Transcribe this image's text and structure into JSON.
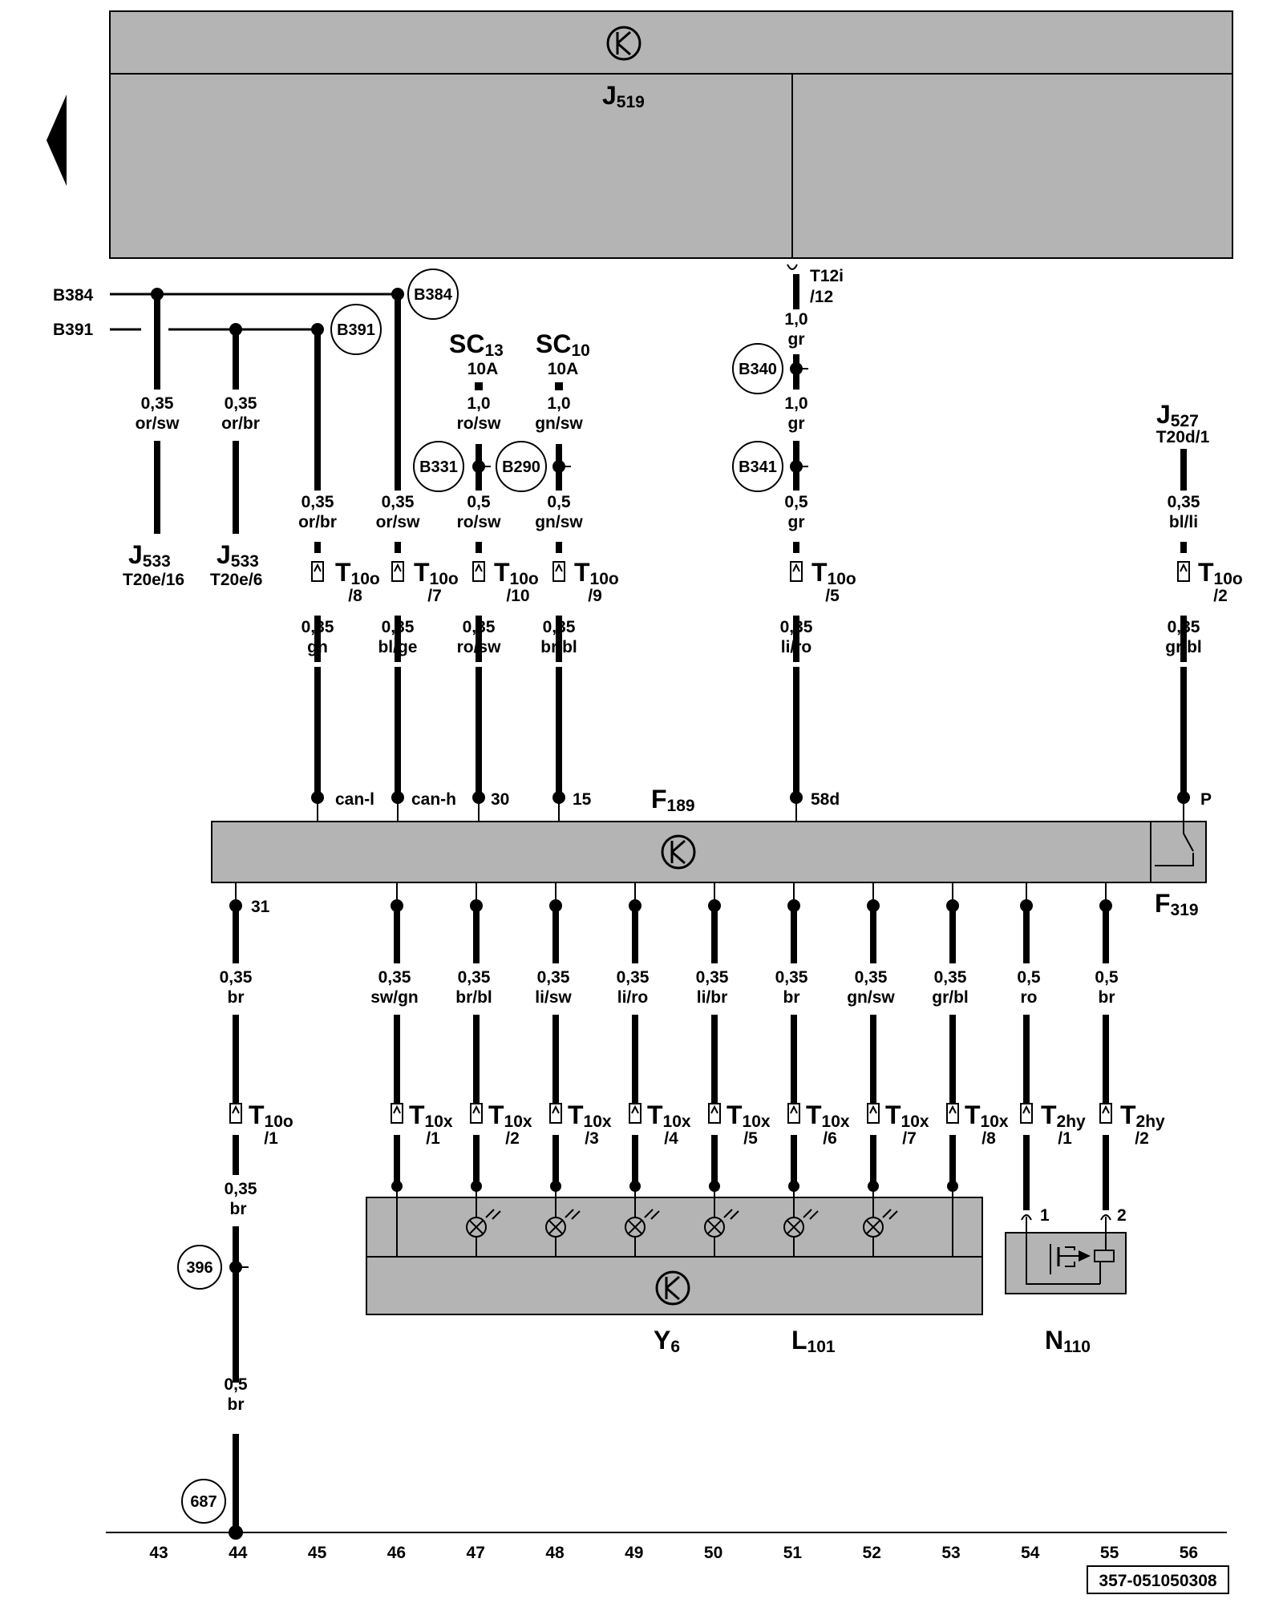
{
  "components": {
    "J519": {
      "name": "J",
      "sub": "519"
    },
    "F189": {
      "name": "F",
      "sub": "189"
    },
    "F319": {
      "name": "F",
      "sub": "319"
    },
    "Y6": {
      "name": "Y",
      "sub": "6"
    },
    "L101": {
      "name": "L",
      "sub": "101"
    },
    "N110": {
      "name": "N",
      "sub": "110"
    },
    "J527": {
      "name": "J",
      "sub": "527",
      "pin": "T20d/1"
    },
    "J533a": {
      "name": "J",
      "sub": "533",
      "pin": "T20e/16"
    },
    "J533b": {
      "name": "J",
      "sub": "533",
      "pin": "T20e/6"
    },
    "SC13": {
      "name": "SC",
      "sub": "13",
      "rating": "10A"
    },
    "SC10": {
      "name": "SC",
      "sub": "10",
      "rating": "10A"
    }
  },
  "buses": {
    "b384": "B384",
    "b391": "B391"
  },
  "nodes": {
    "b384": "B384",
    "b391": "B391",
    "b331": "B331",
    "b290": "B290",
    "b340": "B340",
    "b341": "B341",
    "g396": "396",
    "g687": "687"
  },
  "t12i": {
    "name": "T12i",
    "pin": "/12"
  },
  "wires": {
    "c44_top": {
      "size": "0,35",
      "color": "or/sw"
    },
    "c45_top": {
      "size": "0,35",
      "color": "or/br"
    },
    "c46_a": {
      "size": "0,35",
      "color": "or/br"
    },
    "c47_a": {
      "size": "0,35",
      "color": "or/sw"
    },
    "c48_a": {
      "size": "1,0",
      "color": "ro/sw"
    },
    "c48_b": {
      "size": "0,5",
      "color": "ro/sw"
    },
    "c49_a": {
      "size": "1,0",
      "color": "gn/sw"
    },
    "c49_b": {
      "size": "0,5",
      "color": "gn/sw"
    },
    "c51_a": {
      "size": "1,0",
      "color": "gr"
    },
    "c51_b": {
      "size": "1,0",
      "color": "gr"
    },
    "c51_c": {
      "size": "0,5",
      "color": "gr"
    },
    "c56_a": {
      "size": "0,35",
      "color": "bl/li"
    },
    "c46_b": {
      "size": "0,35",
      "color": "gn"
    },
    "c47_b": {
      "size": "0,35",
      "color": "bl/ge"
    },
    "c48_c": {
      "size": "0,35",
      "color": "ro/sw"
    },
    "c49_c": {
      "size": "0,35",
      "color": "br/bl"
    },
    "c51_d": {
      "size": "0,35",
      "color": "li/ro"
    },
    "c56_b": {
      "size": "0,35",
      "color": "gr/bl"
    },
    "l44_a": {
      "size": "0,35",
      "color": "br"
    },
    "l44_b": {
      "size": "0,35",
      "color": "br"
    },
    "l44_c": {
      "size": "0,5",
      "color": "br"
    },
    "l46": {
      "size": "0,35",
      "color": "sw/gn"
    },
    "l47": {
      "size": "0,35",
      "color": "br/bl"
    },
    "l48": {
      "size": "0,35",
      "color": "li/sw"
    },
    "l49": {
      "size": "0,35",
      "color": "li/ro"
    },
    "l50": {
      "size": "0,35",
      "color": "li/br"
    },
    "l51": {
      "size": "0,35",
      "color": "br"
    },
    "l52": {
      "size": "0,35",
      "color": "gn/sw"
    },
    "l53": {
      "size": "0,35",
      "color": "gr/bl"
    },
    "l54": {
      "size": "0,5",
      "color": "ro"
    },
    "l55": {
      "size": "0,5",
      "color": "br"
    }
  },
  "connectors": {
    "u46": {
      "name": "T",
      "sub": "10o",
      "pin": "/8"
    },
    "u47": {
      "name": "T",
      "sub": "10o",
      "pin": "/7"
    },
    "u48": {
      "name": "T",
      "sub": "10o",
      "pin": "/10"
    },
    "u49": {
      "name": "T",
      "sub": "10o",
      "pin": "/9"
    },
    "u51": {
      "name": "T",
      "sub": "10o",
      "pin": "/5"
    },
    "u56": {
      "name": "T",
      "sub": "10o",
      "pin": "/2"
    },
    "d44": {
      "name": "T",
      "sub": "10o",
      "pin": "/1"
    },
    "d46": {
      "name": "T",
      "sub": "10x",
      "pin": "/1"
    },
    "d47": {
      "name": "T",
      "sub": "10x",
      "pin": "/2"
    },
    "d48": {
      "name": "T",
      "sub": "10x",
      "pin": "/3"
    },
    "d49": {
      "name": "T",
      "sub": "10x",
      "pin": "/4"
    },
    "d50": {
      "name": "T",
      "sub": "10x",
      "pin": "/5"
    },
    "d51": {
      "name": "T",
      "sub": "10x",
      "pin": "/6"
    },
    "d52": {
      "name": "T",
      "sub": "10x",
      "pin": "/7"
    },
    "d53": {
      "name": "T",
      "sub": "10x",
      "pin": "/8"
    },
    "d54": {
      "name": "T",
      "sub": "2hy",
      "pin": "/1"
    },
    "d55": {
      "name": "T",
      "sub": "2hy",
      "pin": "/2"
    }
  },
  "pins": {
    "can_l": "can-l",
    "can_h": "can-h",
    "p30": "30",
    "p15": "15",
    "p58d": "58d",
    "pP": "P",
    "p31": "31",
    "n1": "1",
    "n2": "2"
  },
  "columns": [
    "43",
    "44",
    "45",
    "46",
    "47",
    "48",
    "49",
    "50",
    "51",
    "52",
    "53",
    "54",
    "55",
    "56"
  ],
  "reference": "357-051050308"
}
